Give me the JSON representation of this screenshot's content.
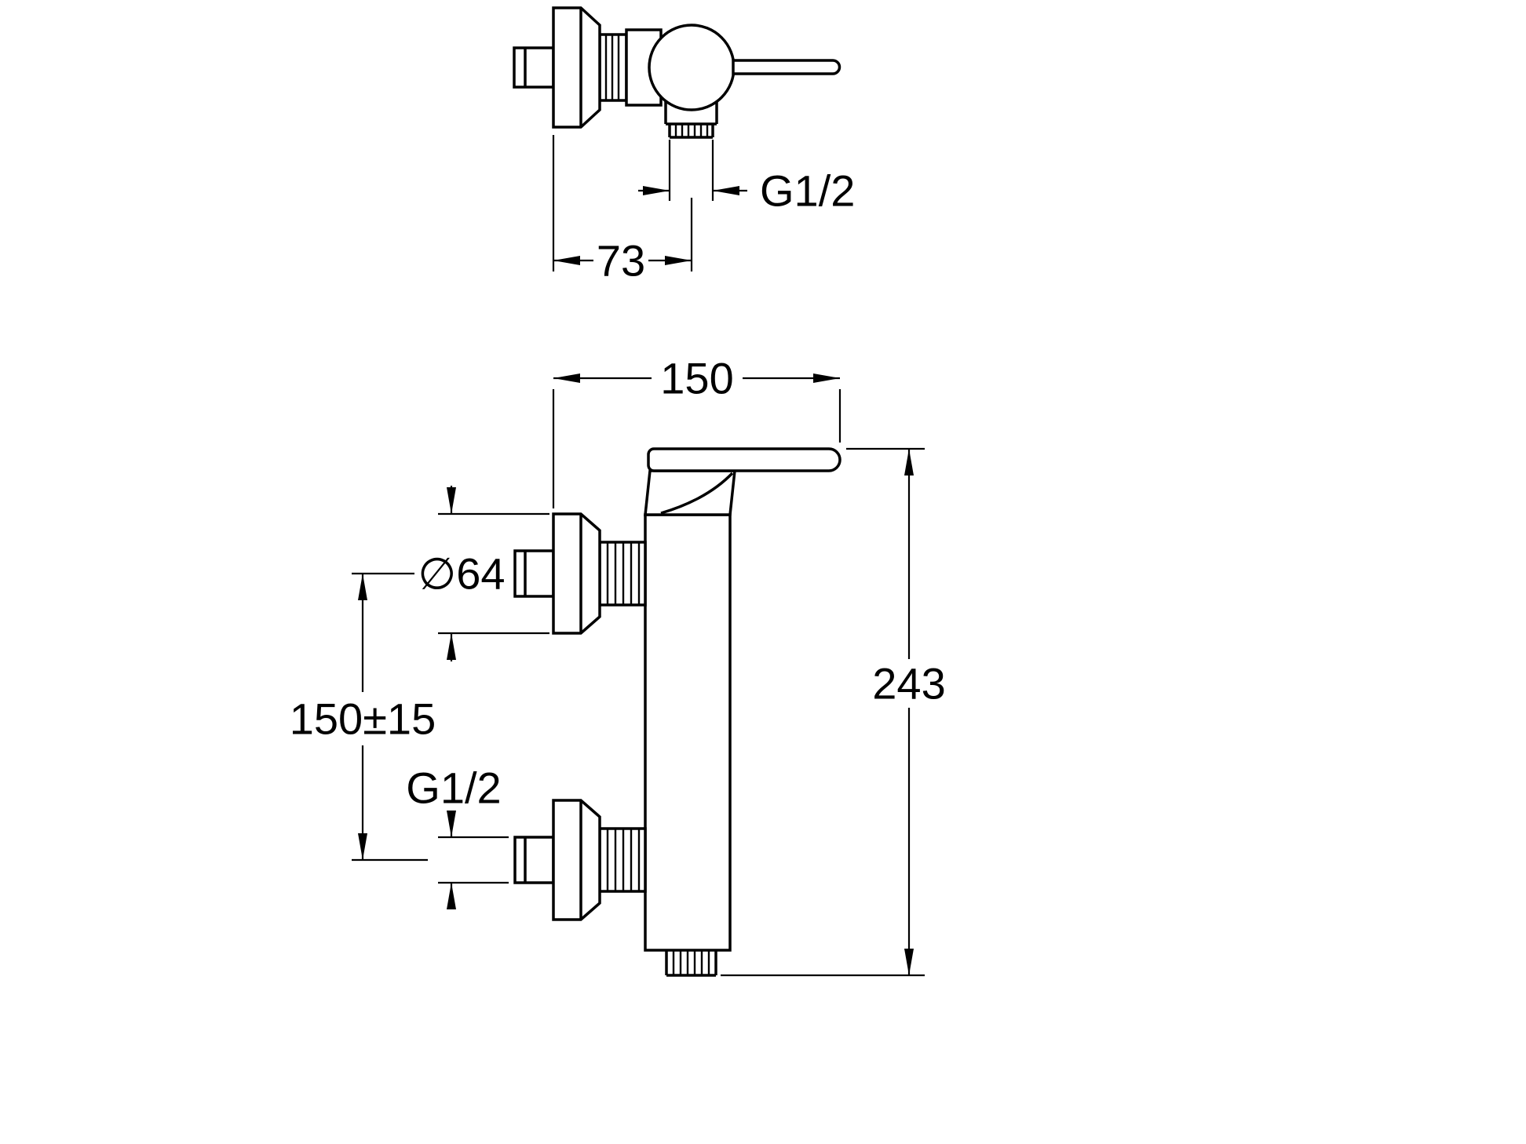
{
  "colors": {
    "line": "#000000",
    "background": "#ffffff"
  },
  "dimensions": {
    "top_outlet_thread": "G1/2",
    "top_wall_to_outlet": "73",
    "front_projection": "150",
    "front_escutcheon_diameter": "∅64",
    "front_connection_spacing": "150±15",
    "front_inlet_thread": "G1/2",
    "front_total_height": "243"
  }
}
